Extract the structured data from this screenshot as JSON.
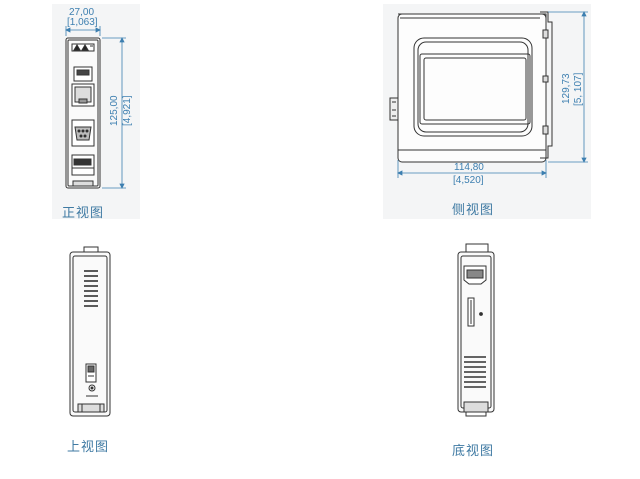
{
  "views": {
    "front": {
      "caption": "正视图",
      "width_mm": "27,00",
      "width_in": "[1,063]",
      "height_mm": "125,00",
      "height_in": "[4,921]"
    },
    "side": {
      "caption": "侧视图",
      "depth_mm": "114,80",
      "depth_in": "[4,520]",
      "height_mm": "129,73",
      "height_in": "[5, 107]"
    },
    "top": {
      "caption": "上视图"
    },
    "bottom": {
      "caption": "底视图"
    }
  },
  "colors": {
    "dimension": "#3d7fb0",
    "caption": "#3f7aa3",
    "outline": "#333333"
  }
}
